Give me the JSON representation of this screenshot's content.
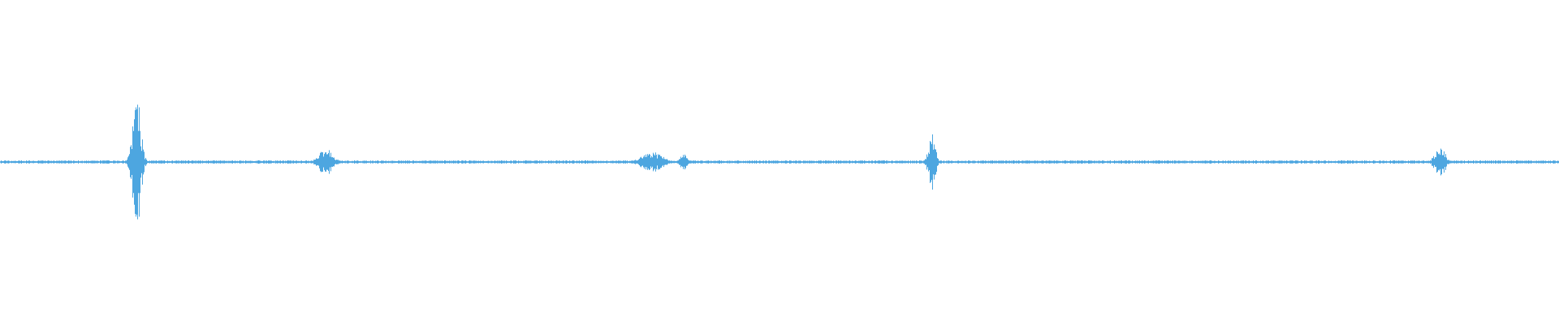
{
  "waveform": {
    "color": "#4da6e0",
    "background": "#ffffff",
    "baseline_amplitude": 0.004,
    "noise_amplitude": 0.012,
    "duration": 1.0,
    "bursts": [
      {
        "time": 0.0875,
        "peak": 0.42,
        "spread": 0.0035,
        "density": 1.0
      },
      {
        "time": 0.209,
        "peak": 0.09,
        "spread": 0.006,
        "density": 0.9
      },
      {
        "time": 0.418,
        "peak": 0.07,
        "spread": 0.009,
        "density": 0.9
      },
      {
        "time": 0.438,
        "peak": 0.06,
        "spread": 0.003,
        "density": 0.8
      },
      {
        "time": 0.5975,
        "peak": 0.18,
        "spread": 0.003,
        "density": 1.0
      },
      {
        "time": 0.9235,
        "peak": 0.1,
        "spread": 0.0045,
        "density": 0.9
      }
    ]
  }
}
